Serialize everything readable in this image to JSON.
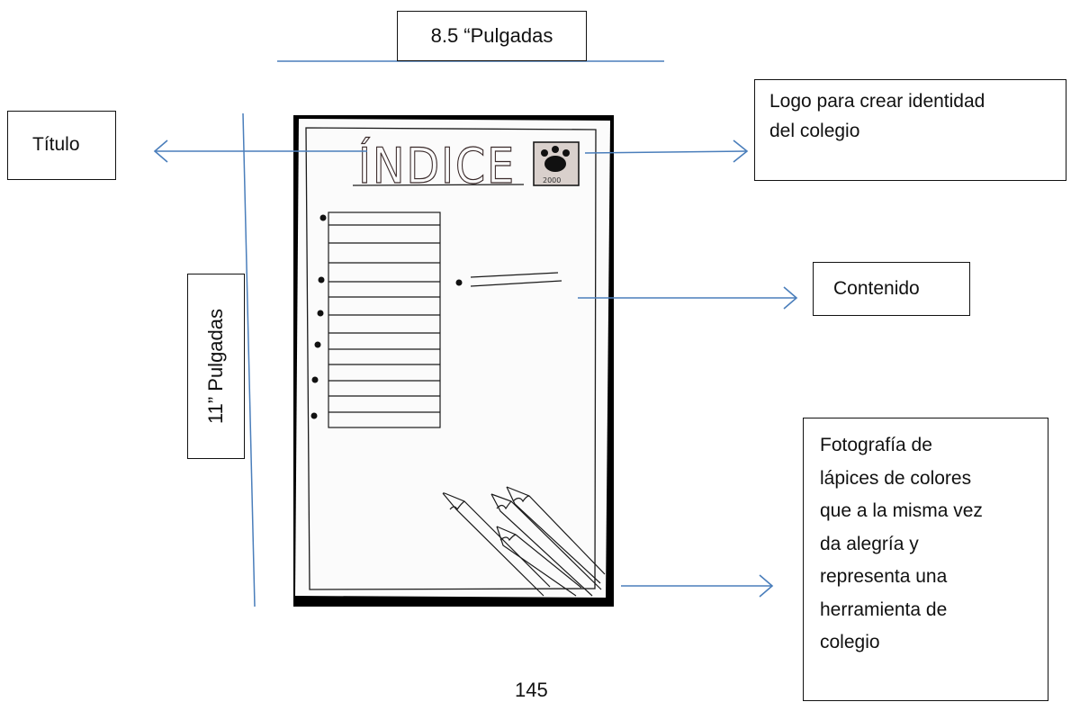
{
  "annotations": {
    "width_label": "8.5 “Pulgadas",
    "height_label": "11” Pulgadas",
    "title_label": "Título",
    "logo_label": {
      "line1": "Logo para crear identidad",
      "line2": "del colegio"
    },
    "content_label": "Contenido",
    "photo_label": {
      "lines": [
        "Fotografía de",
        "lápices de colores",
        "que a la misma vez",
        "da alegría y",
        "representa una",
        "herramienta de",
        "colegio"
      ]
    }
  },
  "sketch": {
    "heading_text": "ÍNDICE",
    "logo_caption": "2000"
  },
  "page_number": "145",
  "colors": {
    "arrow": "#4a7ebb",
    "box_border": "#111111",
    "sketch_ink": "#1a1a1a",
    "photo_frame": "#000000"
  }
}
